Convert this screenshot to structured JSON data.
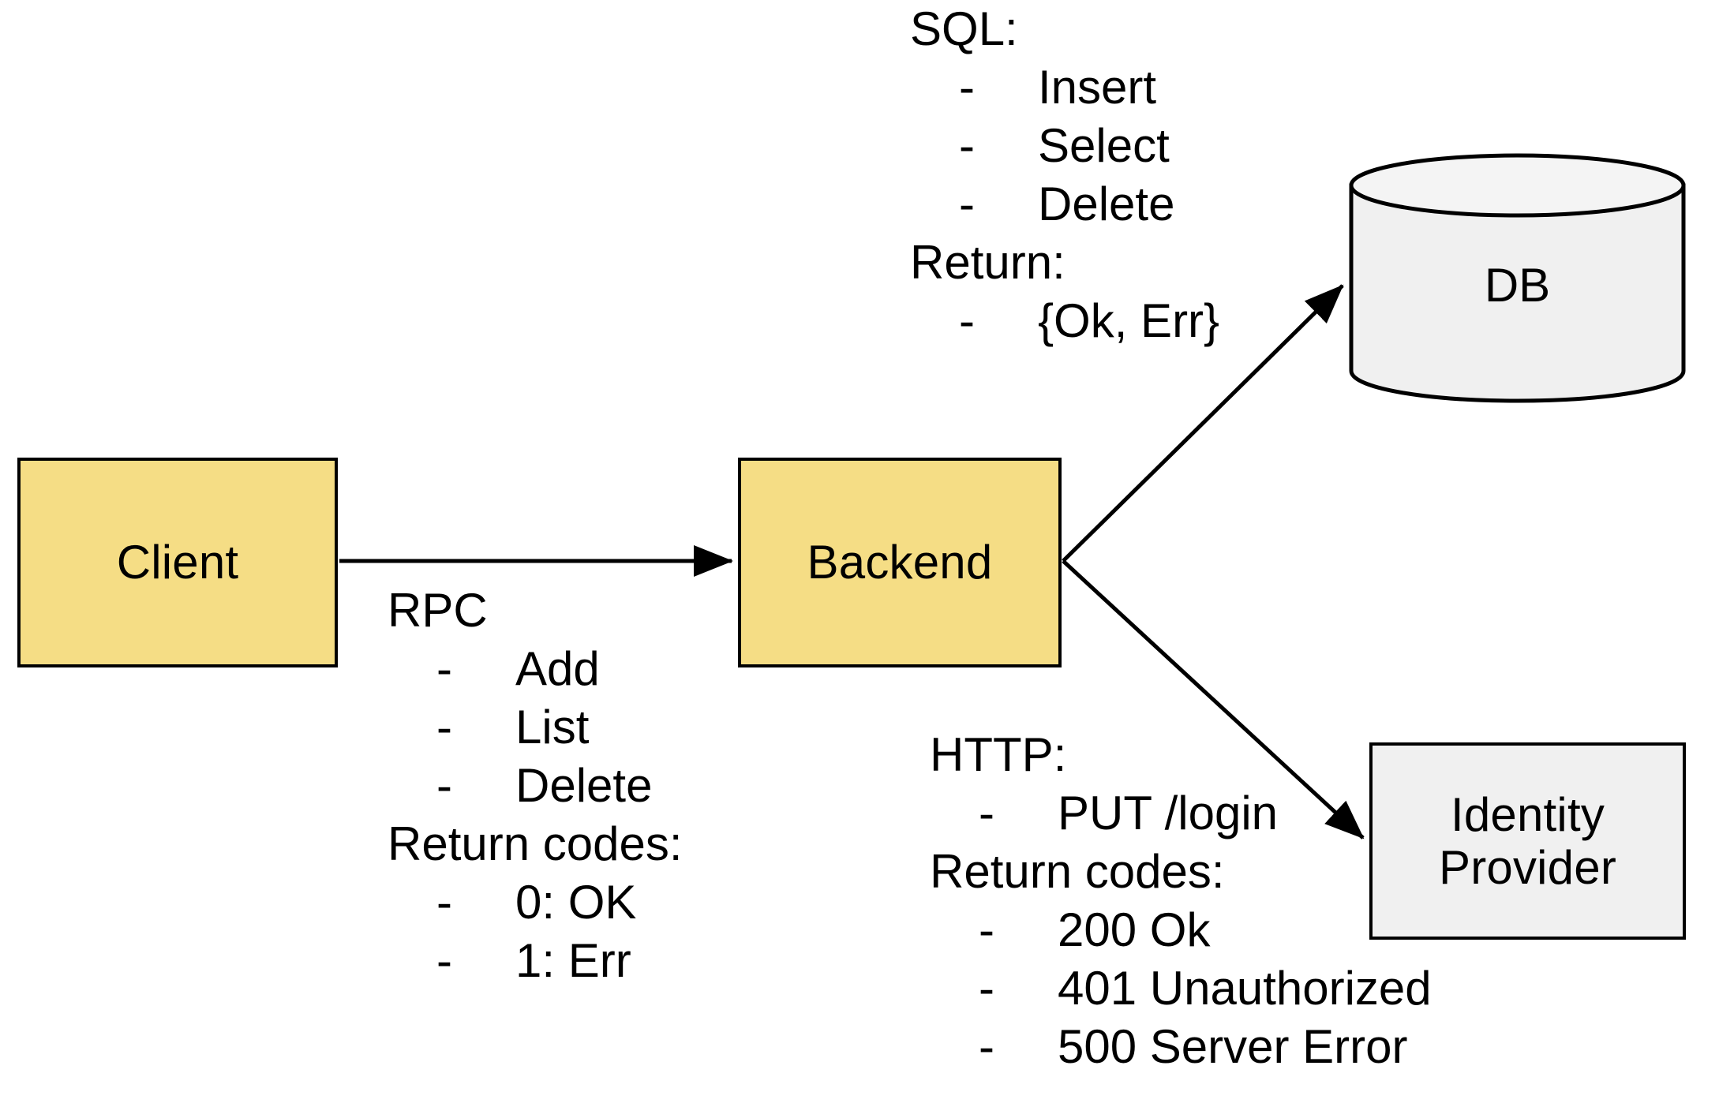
{
  "diagram": {
    "title": "Client / Backend / DB / Identity Provider architecture",
    "colors": {
      "service_fill": "#f5dd85",
      "store_fill": "#f0f0f0",
      "stroke": "#000000",
      "background": "#ffffff"
    }
  },
  "nodes": {
    "client": {
      "label": "Client",
      "shape": "rectangle",
      "fill": "#f5dd85"
    },
    "backend": {
      "label": "Backend",
      "shape": "rectangle",
      "fill": "#f5dd85"
    },
    "db": {
      "label": "DB",
      "shape": "cylinder",
      "fill": "#f0f0f0"
    },
    "idp": {
      "label_line1": "Identity",
      "label_line2": "Provider",
      "shape": "rectangle",
      "fill": "#f0f0f0"
    }
  },
  "edges": {
    "client_to_backend": {
      "from": "Client",
      "to": "Backend",
      "protocol": "RPC"
    },
    "backend_to_db": {
      "from": "Backend",
      "to": "DB",
      "protocol": "SQL"
    },
    "backend_to_idp": {
      "from": "Backend",
      "to": "Identity Provider",
      "protocol": "HTTP"
    }
  },
  "annotations": {
    "rpc": {
      "heading": "RPC",
      "items": [
        "Add",
        "List",
        "Delete"
      ],
      "returns_heading": "Return codes:",
      "returns": [
        "0: OK",
        "1: Err"
      ],
      "bullet": "-"
    },
    "sql": {
      "heading": "SQL:",
      "items": [
        "Insert",
        "Select",
        "Delete"
      ],
      "returns_heading": "Return:",
      "returns": [
        "{Ok, Err}"
      ],
      "bullet": "-"
    },
    "http": {
      "heading": "HTTP:",
      "items": [
        "PUT /login"
      ],
      "returns_heading": "Return codes:",
      "returns": [
        "200 Ok",
        "401 Unauthorized",
        "500 Server Error"
      ],
      "bullet": "-"
    }
  }
}
